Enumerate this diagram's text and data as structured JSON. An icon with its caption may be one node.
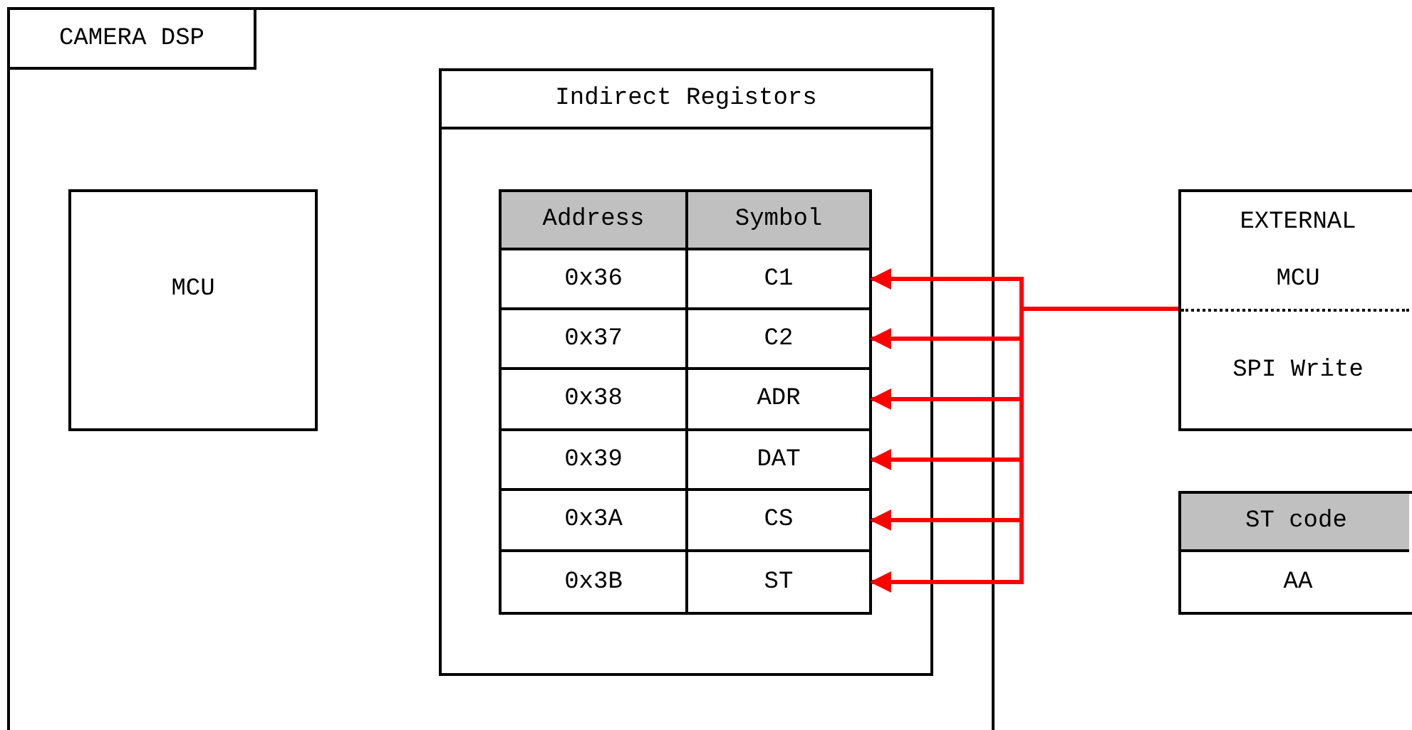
{
  "diagram": {
    "nodes": [
      {
        "text": [
          "CAMERA DSP"
        ]
      },
      {
        "text": [
          "MCU"
        ],
        "in": 0
      },
      {
        "text": [
          "Indirect Registors"
        ],
        "in": 0
      },
      {
        "text": [
          "Address",
          "Symbol"
        ],
        "in": 2
      },
      {
        "text": [
          "0x36",
          "C1"
        ],
        "in": 2
      },
      {
        "text": [
          "0x37",
          "C2"
        ],
        "in": 2
      },
      {
        "text": [
          "0x38",
          "ADR"
        ],
        "in": 2
      },
      {
        "text": [
          "0x39",
          "DAT"
        ],
        "in": 2
      },
      {
        "text": [
          "0x3A",
          "CS"
        ],
        "in": 2
      },
      {
        "text": [
          "0x3B",
          "ST"
        ],
        "in": 2
      },
      {
        "text": [
          "EXTERNAL MCU",
          "SPI Write"
        ]
      },
      {
        "text": [
          "ST code",
          "AA"
        ]
      }
    ],
    "edges": [
      {
        "from": 10,
        "to": 4,
        "arrow": "to"
      },
      {
        "from": 10,
        "to": 5,
        "arrow": "to"
      },
      {
        "from": 10,
        "to": 6,
        "arrow": "to"
      },
      {
        "from": 10,
        "to": 7,
        "arrow": "to"
      },
      {
        "from": 10,
        "to": 8,
        "arrow": "to"
      },
      {
        "from": 10,
        "to": 9,
        "arrow": "to"
      }
    ]
  }
}
